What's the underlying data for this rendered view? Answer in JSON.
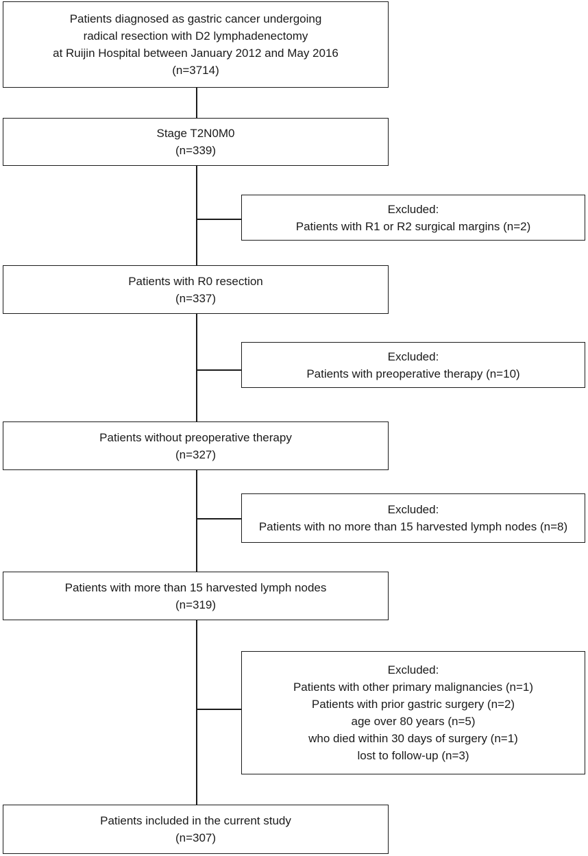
{
  "flow": {
    "step1": {
      "lines": [
        "Patients diagnosed as gastric cancer undergoing",
        "radical resection with D2 lymphadenectomy",
        "at Ruijin Hospital between January 2012 and May 2016",
        "(n=3714)"
      ]
    },
    "step2": {
      "lines": [
        "Stage T2N0M0",
        "(n=339)"
      ]
    },
    "exclusion1": {
      "lines": [
        "Excluded:",
        "Patients with R1 or R2 surgical margins (n=2)"
      ]
    },
    "step3": {
      "lines": [
        "Patients with R0 resection",
        "(n=337)"
      ]
    },
    "exclusion2": {
      "lines": [
        "Excluded:",
        "Patients with preoperative therapy (n=10)"
      ]
    },
    "step4": {
      "lines": [
        "Patients without preoperative therapy",
        "(n=327)"
      ]
    },
    "exclusion3": {
      "lines": [
        "Excluded:",
        "Patients with no more than 15 harvested lymph nodes (n=8)"
      ]
    },
    "step5": {
      "lines": [
        "Patients with more than 15 harvested lymph nodes",
        "(n=319)"
      ]
    },
    "exclusion4": {
      "lines": [
        "Excluded:",
        "Patients with other primary malignancies (n=1)",
        "Patients with prior gastric surgery (n=2)",
        "age over 80 years (n=5)",
        "who died within 30 days of surgery (n=1)",
        "lost to follow-up (n=3)"
      ]
    },
    "step6": {
      "lines": [
        "Patients included in the current study",
        "(n=307)"
      ]
    }
  },
  "colors": {
    "stroke": "#1a1a1a",
    "background": "#ffffff",
    "text": "#1a1a1a"
  }
}
